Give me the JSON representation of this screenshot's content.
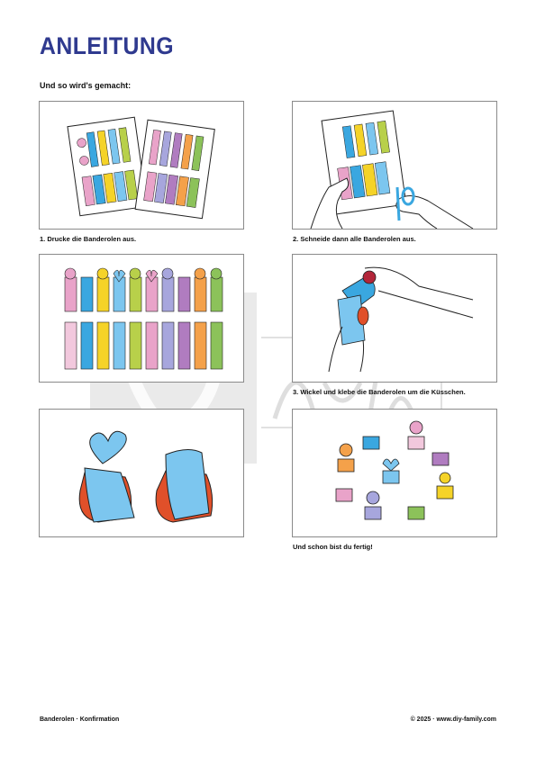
{
  "page": {
    "title": "ANLEITUNG",
    "intro": "Und so wird's gemacht:"
  },
  "steps": {
    "step1": "1. Drucke die Banderolen aus.",
    "step2": "2. Schneide dann alle Banderolen aus.",
    "step3": "3. Wickel und klebe die Banderolen um die Küsschen.",
    "final": "Und schon bist du fertig!"
  },
  "footer": {
    "left": "Banderolen · Konfirmation",
    "right": "© 2025 · www.diy-family.com"
  },
  "colors": {
    "title": "#2f3a8f",
    "pink": "#e9a3c9",
    "blue": "#3aa7e0",
    "yellow": "#f5d328",
    "lightblue": "#7cc6ef",
    "green": "#b8d04a",
    "lavender": "#a7a6dd",
    "purple": "#b07cc0",
    "orange": "#f4a14a",
    "gold": "#e9a84a",
    "leaf": "#8cc25a",
    "red": "#e0502a"
  }
}
